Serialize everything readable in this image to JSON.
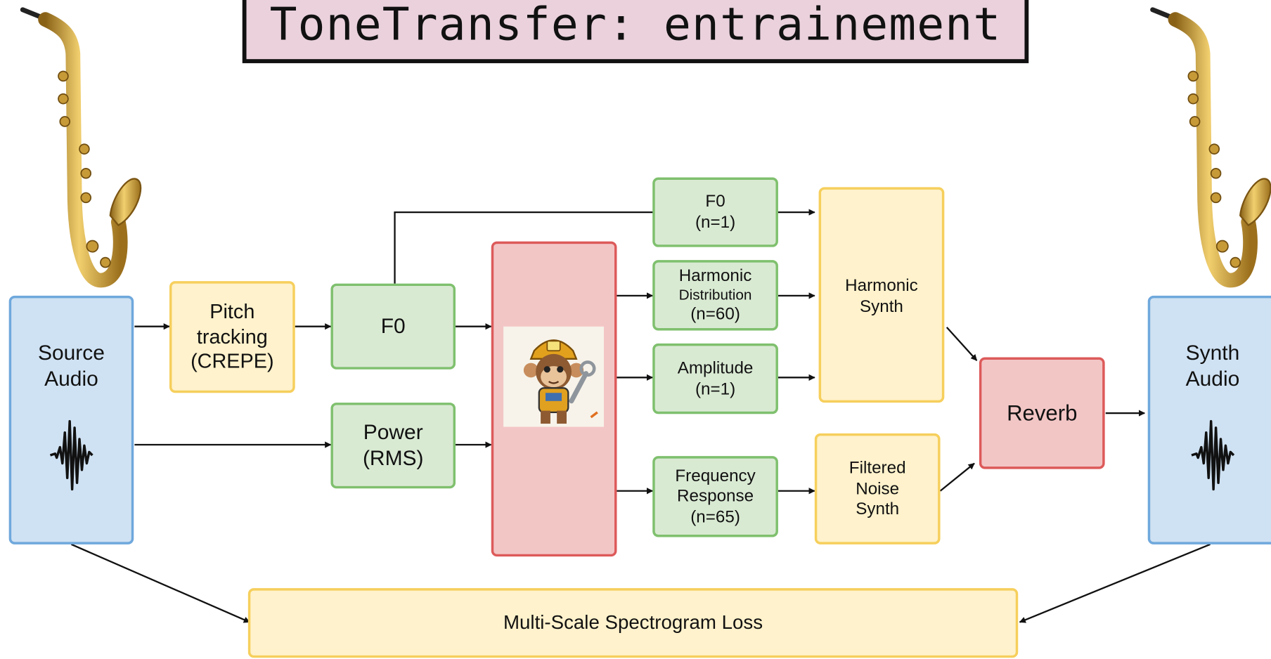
{
  "title": "ToneTransfer: entrainement",
  "nodes": {
    "source_audio": "Source\nAudio",
    "pitch_tracking": "Pitch\ntracking\n(CREPE)",
    "f0": "F0",
    "power_rms": "Power\n(RMS)",
    "f0_param": "F0\n(n=1)",
    "harmonic_distribution_line1": "Harmonic",
    "harmonic_distribution_line2": "Distribution",
    "harmonic_distribution_line3": "(n=60)",
    "amplitude": "Amplitude\n(n=1)",
    "frequency_response": "Frequency\nResponse\n(n=65)",
    "harmonic_synth": "Harmonic\nSynth",
    "filtered_noise_synth": "Filtered\nNoise\nSynth",
    "reverb": "Reverb",
    "synth_audio": "Synth\nAudio",
    "loss": "Multi-Scale Spectrogram Loss"
  },
  "icons": {
    "left_instrument": "saxophone-icon",
    "right_instrument": "saxophone-icon",
    "source_waveform": "waveform-icon",
    "synth_waveform": "waveform-icon",
    "decoder_mascot": "monkey-mechanic-icon"
  },
  "colors": {
    "yellow": "#fff2cc",
    "green": "#d9ead3",
    "red": "#f3c6c6",
    "blue": "#cfe2f3",
    "title_bg": "#ead1dc"
  }
}
